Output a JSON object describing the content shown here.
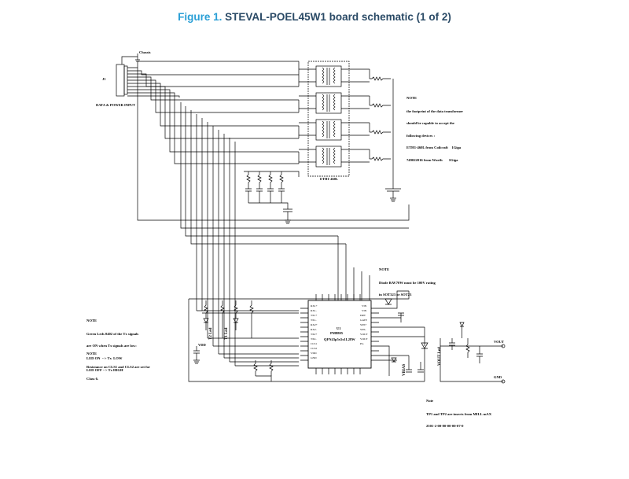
{
  "figure": {
    "number": "Figure 1.",
    "title": "STEVAL-POEL45W1 board schematic (1 of 2)"
  },
  "notes": {
    "transformer": {
      "heading": "NOTE",
      "lines": [
        "the footprint of the data transformer",
        "should be capable to accept the",
        "following devices :",
        "ETH1-460L from Coilcraft    1Giga",
        "749022016 from Wurth       1Giga"
      ]
    },
    "diode": {
      "heading": "NOTE",
      "lines": [
        "Diode BAV70W must be 100V rating",
        "in SOT323 or SOT23"
      ]
    },
    "leds": {
      "heading": "NOTE",
      "lines": [
        "Green Leds 0402 of the Tx signals",
        "are ON when Tx signals are low:",
        "LED ON  --> Tx  LOW",
        "LED OFF --> Tx HIGH"
      ]
    },
    "resistance": {
      "heading": "NOTE",
      "lines": [
        "Resistance on CLS1 and CLS2 are set for",
        "Class 6."
      ]
    },
    "testpoints": {
      "heading": "Note",
      "lines": [
        "TP1 and TP2 are inserts from MILL mAX",
        "2501-2-00-80-00-00-07-0"
      ]
    }
  },
  "labels": {
    "connector_label": "DATA & POWER INPUT",
    "connector_ref": "J1",
    "chassis": "Chassis",
    "transformer_part": "ETH1-460L",
    "ic_ref": "U1",
    "ic_part": "PM8805",
    "ic_package": "QFN43p5x5x1L28W",
    "t2_led": "T2 Led",
    "t1_led": "T1 Led",
    "vdd": "VDD",
    "vout": "VOUT Led",
    "vout_out": "VOUT",
    "gnd_out": "GND",
    "vbias": "VBIAS"
  },
  "icons": {
    "ground": "ground-symbol-icon",
    "led": "led-diode-icon"
  },
  "colors": {
    "title_prefix": "#2a9fd6",
    "title_text": "#2a4a66",
    "wire": "#000000"
  }
}
